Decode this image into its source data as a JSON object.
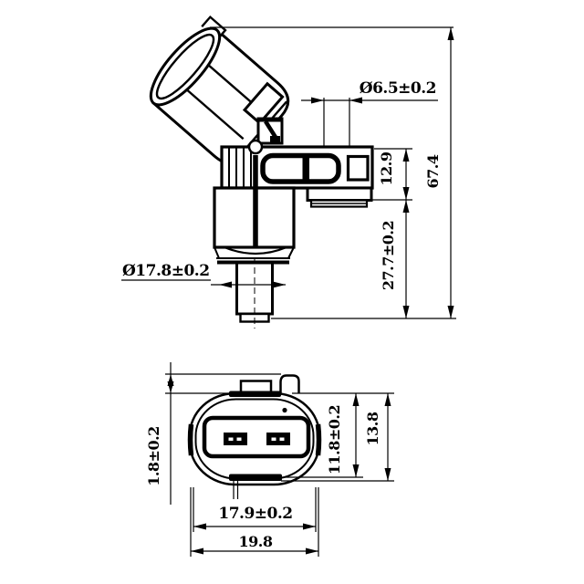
{
  "drawing": {
    "kind": "2D engineering drawing of an automotive sensor (side view and connector face view)",
    "views": {
      "top": "side-profile-view",
      "bottom": "connector-face-view"
    }
  },
  "colors": {
    "line": "#000000",
    "background": "#ffffff"
  },
  "dimensions": {
    "port_diameter": "Ø6.5±0.2",
    "bracket_height": "12.9",
    "overall_height": "67.4",
    "lower_body_height": "27.7±0.2",
    "hex_diameter": "Ø17.8±0.2",
    "tab_height": "1.8±0.2",
    "socket_height": "11.8±0.2",
    "connector_face_height": "13.8",
    "connector_face_width": "17.9±0.2",
    "overall_width": "19.8"
  }
}
